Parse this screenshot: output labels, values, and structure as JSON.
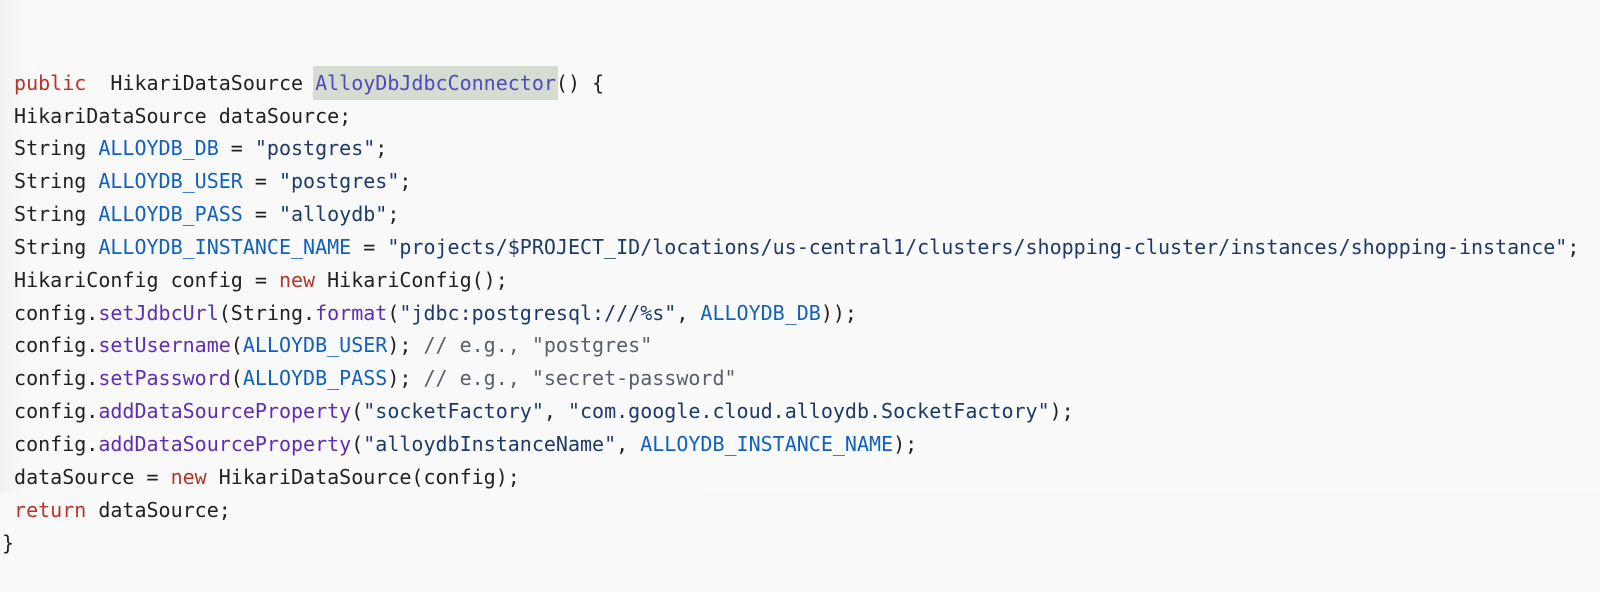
{
  "code_block": {
    "language": "java",
    "highlighted_symbol": "AlloyDbJdbcConnector",
    "colors": {
      "background": "#f9f9f9",
      "plain": "#212121",
      "keyword": "#b7342b",
      "constant": "#1060be",
      "method": "#5f2db4",
      "string": "#1c3969",
      "comment": "#57606a",
      "function": "#4b4bbe",
      "function_highlight_bg": "#d7dcd2"
    },
    "lines": [
      [
        [
          "pln",
          " "
        ],
        [
          "kwd",
          "public"
        ],
        [
          "pln",
          "  HikariDataSource "
        ],
        [
          "fn",
          "AlloyDbJdbcConnector"
        ],
        [
          "pln",
          "() {"
        ]
      ],
      [
        [
          "pln",
          " HikariDataSource dataSource;"
        ]
      ],
      [
        [
          "pln",
          " String "
        ],
        [
          "con",
          "ALLOYDB_DB"
        ],
        [
          "pln",
          " = "
        ],
        [
          "str",
          "\"postgres\""
        ],
        [
          "pln",
          ";"
        ]
      ],
      [
        [
          "pln",
          " String "
        ],
        [
          "con",
          "ALLOYDB_USER"
        ],
        [
          "pln",
          " = "
        ],
        [
          "str",
          "\"postgres\""
        ],
        [
          "pln",
          ";"
        ]
      ],
      [
        [
          "pln",
          " String "
        ],
        [
          "con",
          "ALLOYDB_PASS"
        ],
        [
          "pln",
          " = "
        ],
        [
          "str",
          "\"alloydb\""
        ],
        [
          "pln",
          ";"
        ]
      ],
      [
        [
          "pln",
          " String "
        ],
        [
          "con",
          "ALLOYDB_INSTANCE_NAME"
        ],
        [
          "pln",
          " = "
        ],
        [
          "str",
          "\"projects/$PROJECT_ID/locations/us-central1/clusters/shopping-cluster/instances/shopping-instance\""
        ],
        [
          "pln",
          ";"
        ]
      ],
      [
        [
          "pln",
          " HikariConfig config = "
        ],
        [
          "kwd",
          "new"
        ],
        [
          "pln",
          " HikariConfig();"
        ]
      ],
      [
        [
          "pln",
          " config."
        ],
        [
          "meth",
          "setJdbcUrl"
        ],
        [
          "pln",
          "(String."
        ],
        [
          "meth",
          "format"
        ],
        [
          "pln",
          "("
        ],
        [
          "str",
          "\"jdbc:postgresql:///%s\""
        ],
        [
          "pln",
          ", "
        ],
        [
          "con",
          "ALLOYDB_DB"
        ],
        [
          "pln",
          "));"
        ]
      ],
      [
        [
          "pln",
          " config."
        ],
        [
          "meth",
          "setUsername"
        ],
        [
          "pln",
          "("
        ],
        [
          "con",
          "ALLOYDB_USER"
        ],
        [
          "pln",
          "); "
        ],
        [
          "com",
          "// e.g., \"postgres\""
        ]
      ],
      [
        [
          "pln",
          " config."
        ],
        [
          "meth",
          "setPassword"
        ],
        [
          "pln",
          "("
        ],
        [
          "con",
          "ALLOYDB_PASS"
        ],
        [
          "pln",
          "); "
        ],
        [
          "com",
          "// e.g., \"secret-password\""
        ]
      ],
      [
        [
          "pln",
          " config."
        ],
        [
          "meth",
          "addDataSourceProperty"
        ],
        [
          "pln",
          "("
        ],
        [
          "str",
          "\"socketFactory\""
        ],
        [
          "pln",
          ", "
        ],
        [
          "str",
          "\"com.google.cloud.alloydb.SocketFactory\""
        ],
        [
          "pln",
          ");"
        ]
      ],
      [
        [
          "pln",
          " config."
        ],
        [
          "meth",
          "addDataSourceProperty"
        ],
        [
          "pln",
          "("
        ],
        [
          "str",
          "\"alloydbInstanceName\""
        ],
        [
          "pln",
          ", "
        ],
        [
          "con",
          "ALLOYDB_INSTANCE_NAME"
        ],
        [
          "pln",
          ");"
        ]
      ],
      [
        [
          "pln",
          " dataSource = "
        ],
        [
          "kwd",
          "new"
        ],
        [
          "pln",
          " HikariDataSource(config);"
        ]
      ],
      [
        [
          "pln",
          " "
        ],
        [
          "kwd",
          "return"
        ],
        [
          "pln",
          " dataSource;"
        ]
      ],
      [
        [
          "pln",
          "}"
        ]
      ]
    ]
  }
}
